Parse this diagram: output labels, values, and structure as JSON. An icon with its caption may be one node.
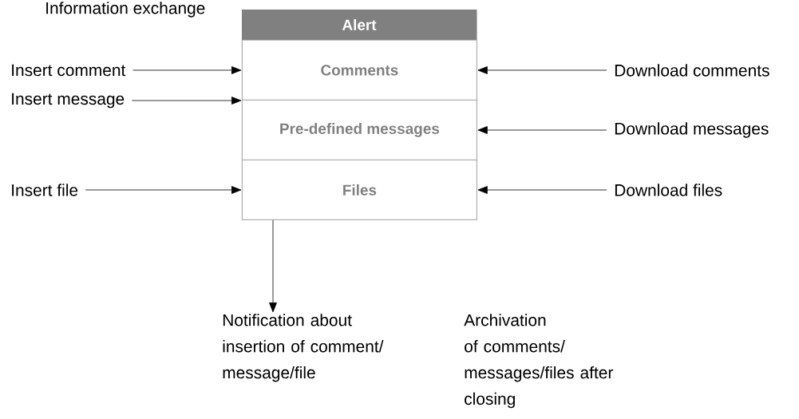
{
  "diagram": {
    "nodes": [
      {
        "text": [
          "Alert"
        ]
      },
      {
        "text": [
          "Comments"
        ],
        "in": 0
      },
      {
        "text": [
          "Pre-defined messages"
        ],
        "in": 0
      },
      {
        "text": [
          "Files"
        ],
        "in": 0
      },
      {
        "text": [
          "Insert comment"
        ]
      },
      {
        "text": [
          "Insert message"
        ]
      },
      {
        "text": [
          "Insert file"
        ]
      },
      {
        "text": [
          "Download comments"
        ]
      },
      {
        "text": [
          "Download messages"
        ]
      },
      {
        "text": [
          "Download files"
        ]
      },
      {
        "text": [
          "Notification about insertion of comment/ message/file"
        ]
      },
      {
        "text": [
          "Archivation of comments/ messages/files after closing"
        ]
      }
    ],
    "edges": [
      {
        "from": 4,
        "to": 1,
        "arrow": "to"
      },
      {
        "from": 5,
        "to": 2,
        "arrow": "to"
      },
      {
        "from": 6,
        "to": 3,
        "arrow": "to"
      },
      {
        "from": 7,
        "to": 1,
        "arrow": "to"
      },
      {
        "from": 8,
        "to": 2,
        "arrow": "to"
      },
      {
        "from": 9,
        "to": 3,
        "arrow": "to"
      },
      {
        "from": 3,
        "to": 10,
        "arrow": "to"
      }
    ],
    "labels": [
      "Information exchange"
    ]
  }
}
